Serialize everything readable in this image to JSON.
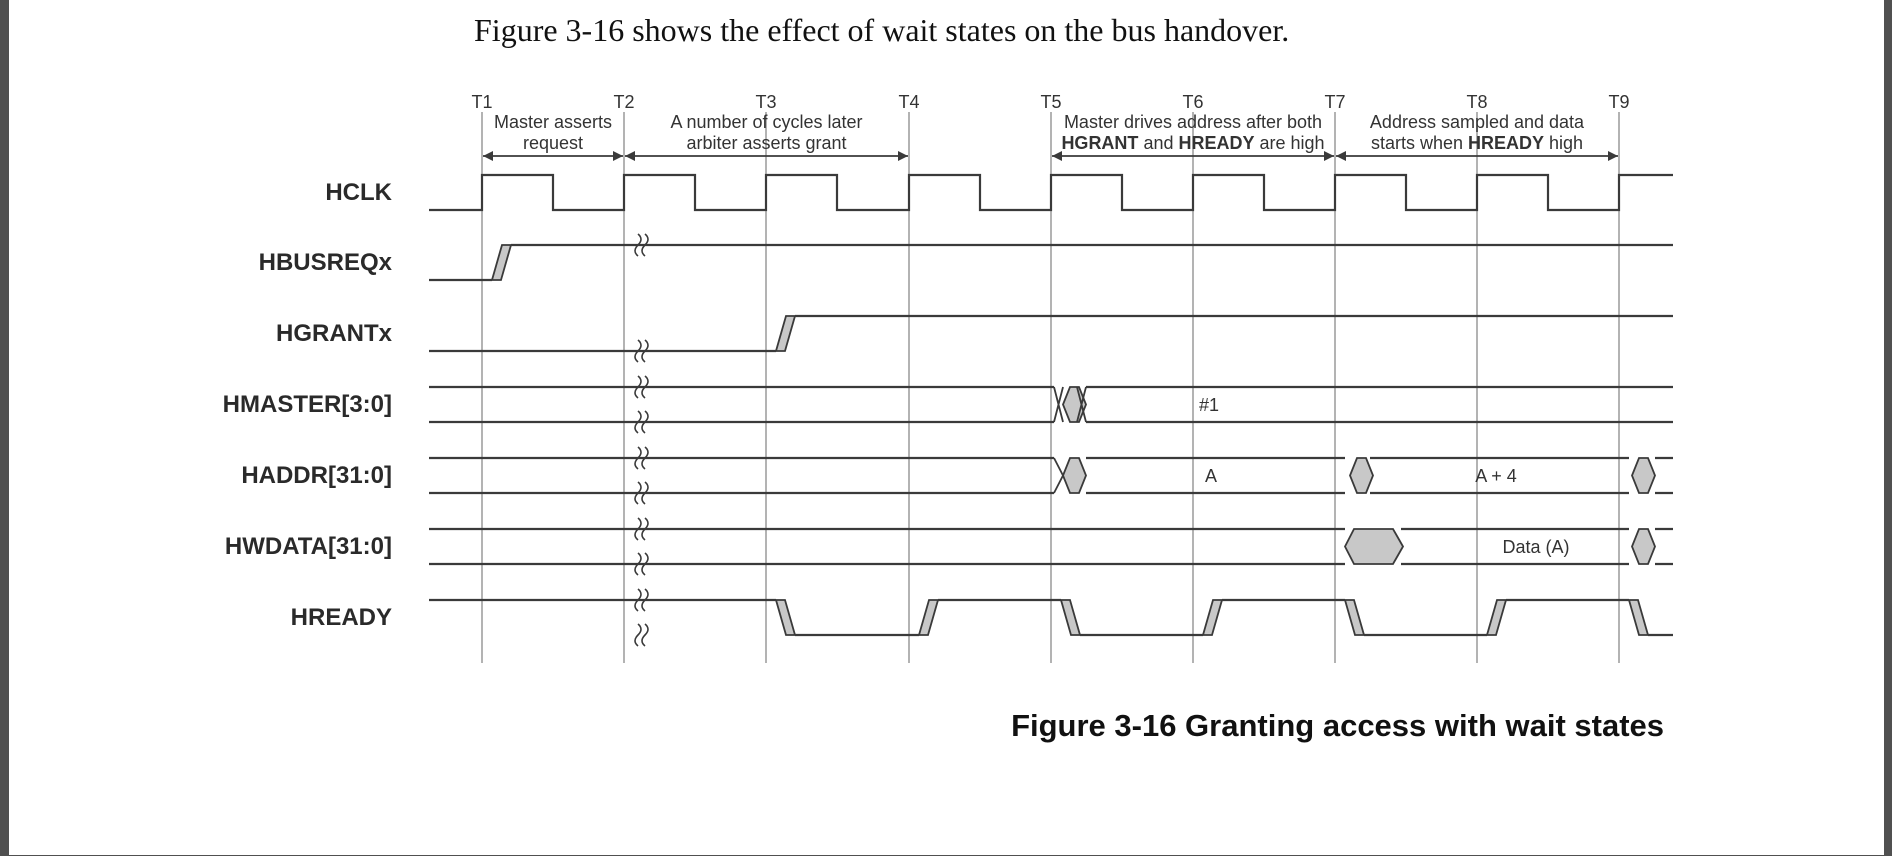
{
  "intro_text": "Figure 3-16 shows the effect of wait states on the bus handover.",
  "caption": "Figure 3-16 Granting access with wait states",
  "ticks": [
    "T1",
    "T2",
    "T3",
    "T4",
    "T5",
    "T6",
    "T7",
    "T8",
    "T9"
  ],
  "signals": [
    "HCLK",
    "HBUSREQx",
    "HGRANTx",
    "HMASTER[3:0]",
    "HADDR[31:0]",
    "HWDATA[31:0]",
    "HREADY"
  ],
  "annotations": [
    {
      "lines": [
        [
          {
            "t": "Master asserts",
            "b": false
          }
        ],
        [
          {
            "t": "request",
            "b": false
          }
        ]
      ]
    },
    {
      "lines": [
        [
          {
            "t": "A number of cycles later",
            "b": false
          }
        ],
        [
          {
            "t": "arbiter asserts grant",
            "b": false
          }
        ]
      ]
    },
    {
      "lines": [
        [
          {
            "t": "Master drives address after both",
            "b": false
          }
        ],
        [
          {
            "t": "HGRANT",
            "b": true
          },
          {
            "t": " and ",
            "b": false
          },
          {
            "t": "HREADY",
            "b": true
          },
          {
            "t": " are high",
            "b": false
          }
        ]
      ]
    },
    {
      "lines": [
        [
          {
            "t": "Address sampled and data",
            "b": false
          }
        ],
        [
          {
            "t": "starts when ",
            "b": false
          },
          {
            "t": "HREADY",
            "b": true
          },
          {
            "t": " high",
            "b": false
          }
        ]
      ]
    }
  ],
  "bus_values": {
    "hmaster": [
      "#1"
    ],
    "haddr": [
      "A",
      "A + 4"
    ],
    "hwdata": [
      "Data (A)"
    ]
  },
  "colors": {
    "line": "#3a3a3a",
    "fill": "#c8c8c8",
    "border": "#505050"
  }
}
